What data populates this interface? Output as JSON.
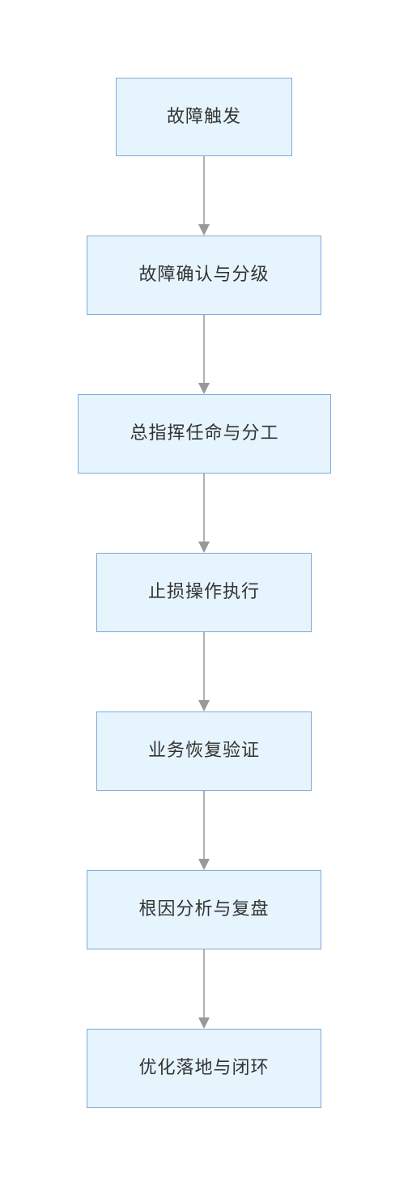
{
  "flowchart": {
    "steps": [
      {
        "label": "故障触发"
      },
      {
        "label": "故障确认与分级"
      },
      {
        "label": "总指挥任命与分工"
      },
      {
        "label": "止损操作执行"
      },
      {
        "label": "业务恢复验证"
      },
      {
        "label": "根因分析与复盘"
      },
      {
        "label": "优化落地与闭环"
      }
    ],
    "colors": {
      "node_fill": "#e6f4fd",
      "node_border": "#7ea9d9",
      "text": "#333333",
      "connector": "#999999"
    }
  }
}
